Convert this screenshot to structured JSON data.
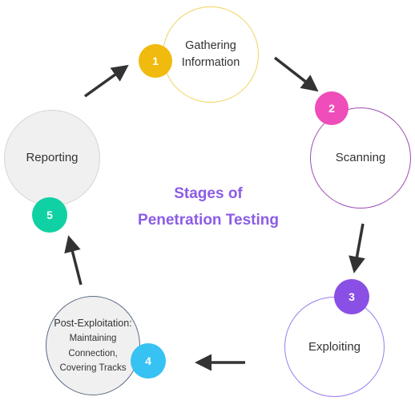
{
  "title": {
    "line1": "Stages of",
    "line2": "Penetration Testing",
    "color": "#8c5ce6"
  },
  "stages": [
    {
      "number": "1",
      "lines": [
        "Gathering",
        "Information"
      ],
      "badge_color": "#f0ba0e",
      "ring_color": "#f1d35c"
    },
    {
      "number": "2",
      "lines": [
        "Scanning"
      ],
      "badge_color": "#ef4db9",
      "ring_color": "#9c4db0"
    },
    {
      "number": "3",
      "lines": [
        "Exploiting"
      ],
      "badge_color": "#8a4fe4",
      "ring_color": "#9b7df0"
    },
    {
      "number": "4",
      "lines": [
        "Post-Exploitation:",
        "Maintaining",
        "Connection,",
        "Covering Tracks"
      ],
      "badge_color": "#36c2f2",
      "ring_color": "#5a6a85"
    },
    {
      "number": "5",
      "lines": [
        "Reporting"
      ],
      "badge_color": "#10d1a4",
      "ring_color": "#cfd6d6"
    }
  ],
  "arrow_color": "#333333",
  "icons": {
    "arrow": "arrow-icon"
  }
}
